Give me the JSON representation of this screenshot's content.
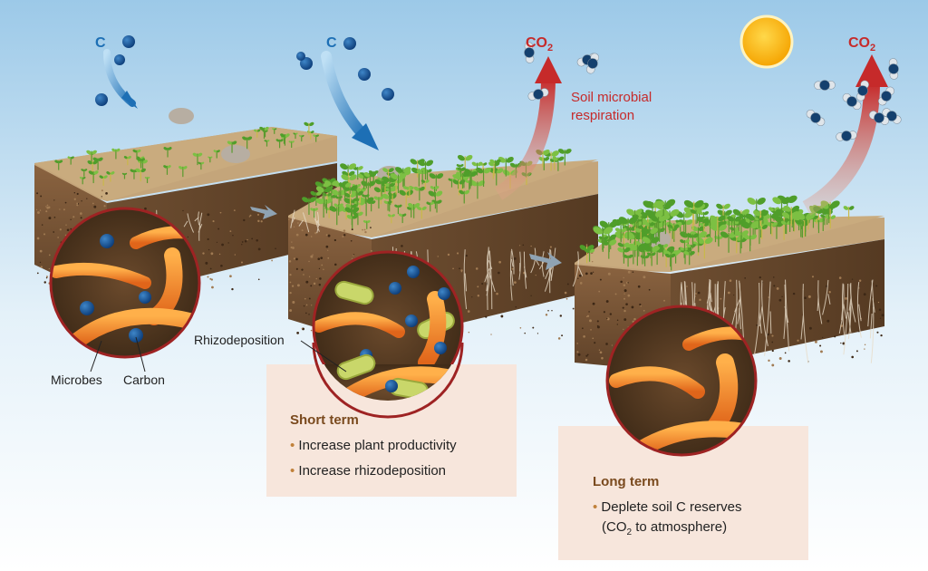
{
  "labels": {
    "carbon_in_1": "C",
    "carbon_in_2": "C",
    "co2_1": "CO",
    "co2_2": "CO",
    "co2_sub": "2",
    "respiration_line1": "Soil microbial",
    "respiration_line2": "respiration",
    "microbes": "Microbes",
    "carbon": "Carbon",
    "rhizodeposition": "Rhizodeposition"
  },
  "short_term": {
    "title": "Short term",
    "items": [
      "Increase plant productivity",
      "Increase rhizodeposition"
    ]
  },
  "long_term": {
    "title": "Long term",
    "item_line1": "Deplete soil C reserves",
    "item_line2_pre": "(CO",
    "item_line2_sub": "2",
    "item_line2_post": " to atmosphere)"
  },
  "colors": {
    "carbon_arrow": "#1d6fb5",
    "co2_arrow": "#c62a2a",
    "soil": "#7a5534",
    "soil_top": "#b8986a",
    "microbe": "#f08a2a",
    "box_bg": "#f7e6dc"
  }
}
